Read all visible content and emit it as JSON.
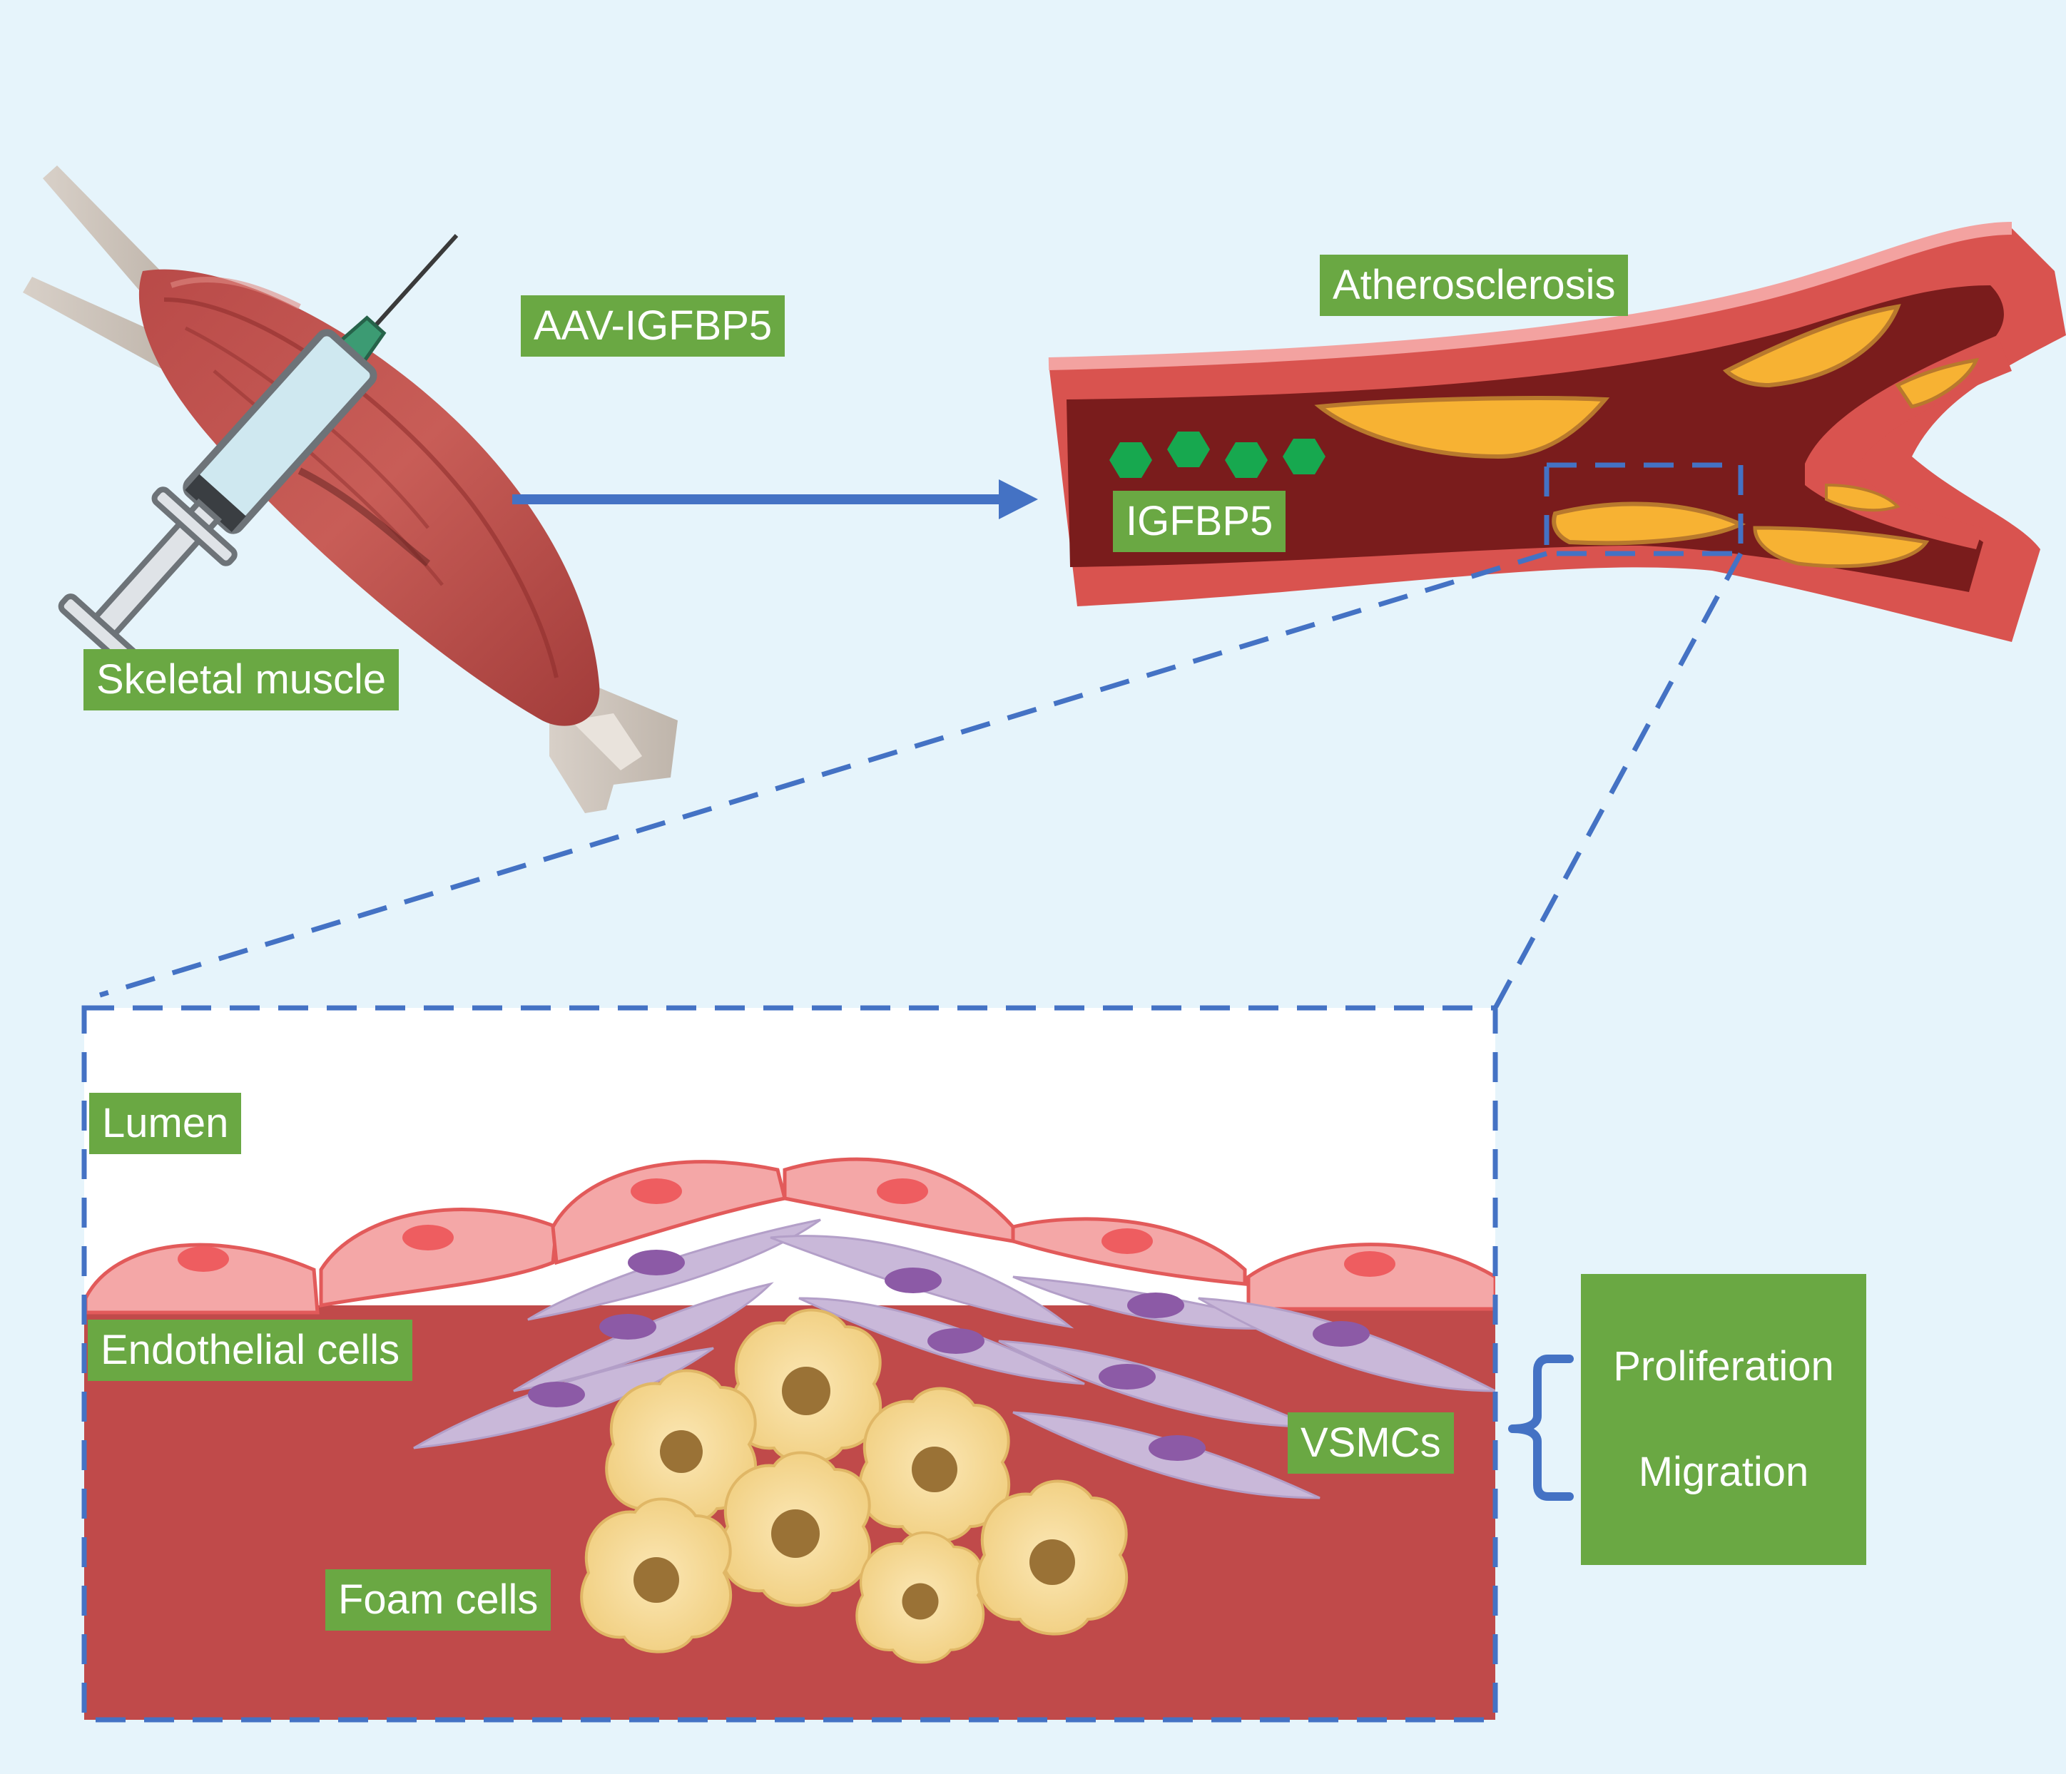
{
  "labels": {
    "aav": "AAV-IGFBP5",
    "skeletal_muscle": "Skeletal muscle",
    "atherosclerosis": "Atherosclerosis",
    "igfbp5": "IGFBP5",
    "lumen": "Lumen",
    "endothelial_cells": "Endothelial cells",
    "vsmcs": "VSMCs",
    "foam_cells": "Foam cells"
  },
  "outcomes": [
    "Proliferation",
    "Migration"
  ],
  "colors": {
    "background": "#e6f4fb",
    "label_fill": "#6aa843",
    "dashed_blue": "#4472c4",
    "arrow_blue": "#4472c4",
    "vessel_wall": "#d9534f",
    "vessel_lumen": "#7a1c1c",
    "plaque": "#f7b233",
    "tissue": "#c04a4a",
    "endothelial": "#f4a7a7",
    "vsmc": "#c9b8d9",
    "vsmc_nucleus": "#8c5aa6",
    "foam_cell": "#f3d48a",
    "foam_nucleus": "#9a7236",
    "igfbp5_particle": "#17a84f"
  },
  "icons": [
    "syringe-icon",
    "muscle-icon",
    "artery-icon",
    "igfbp5-particle-icon",
    "endothelial-cell-icon",
    "vsmc-icon",
    "foam-cell-icon",
    "bracket-icon"
  ]
}
